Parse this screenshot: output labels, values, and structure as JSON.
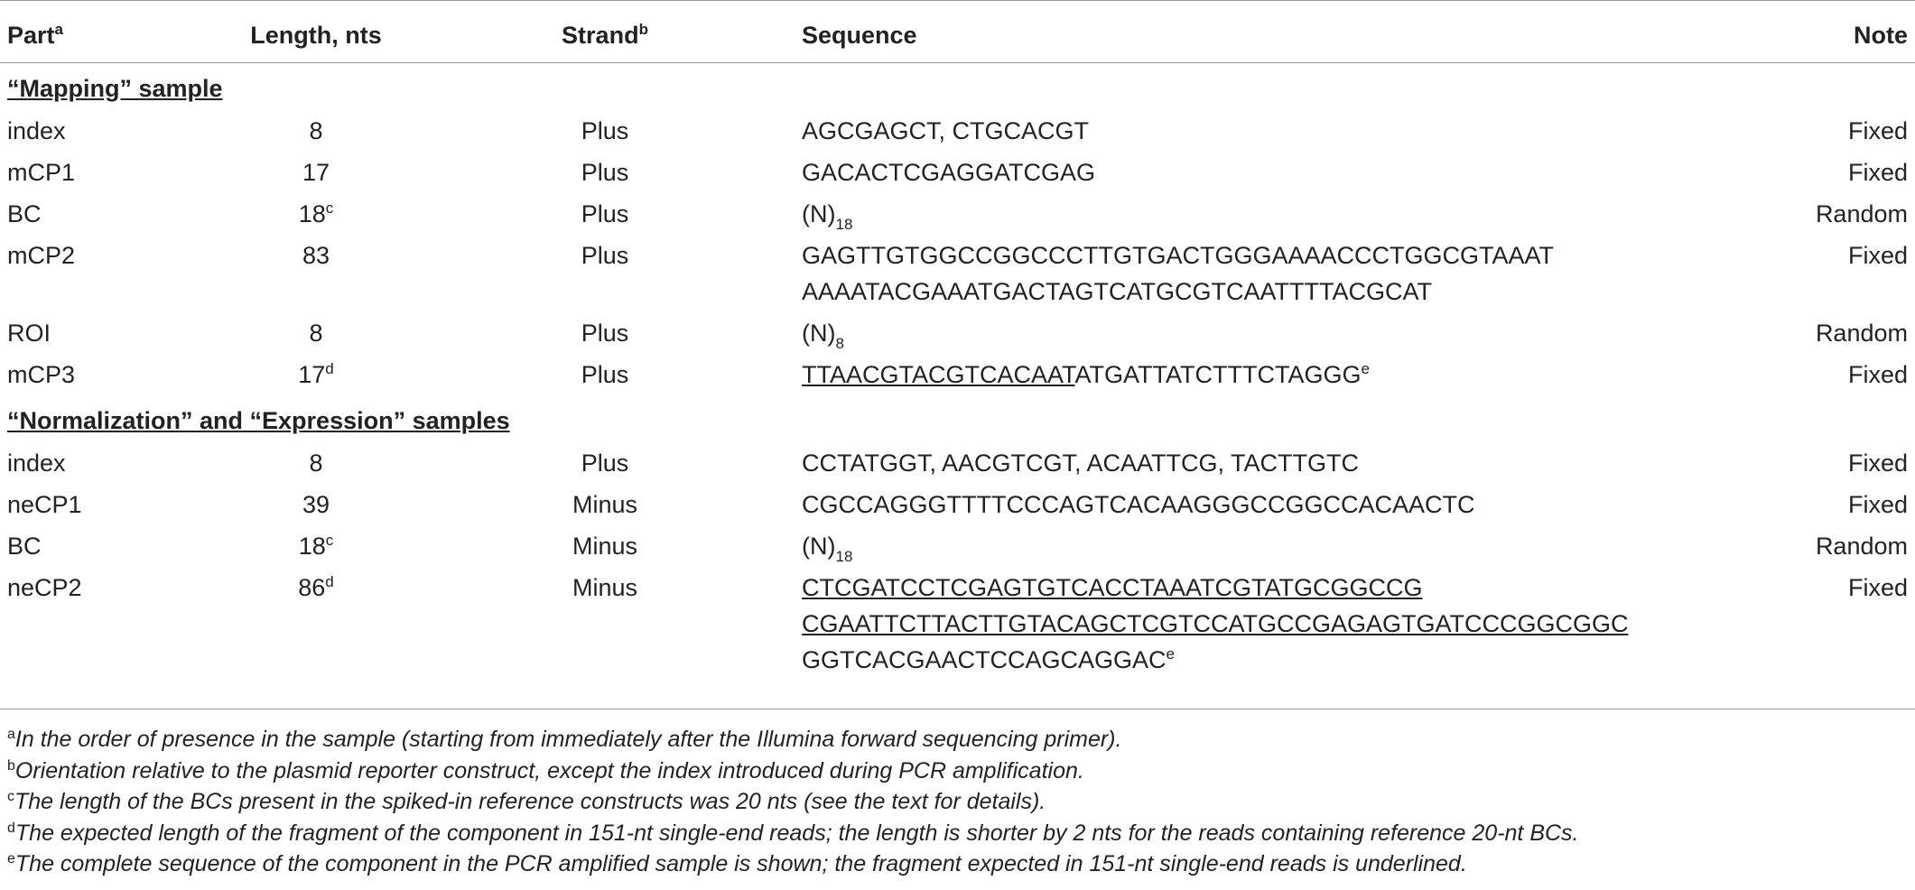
{
  "header": {
    "part": "Part",
    "part_sup": "a",
    "length": "Length, nts",
    "strand": "Strand",
    "strand_sup": "b",
    "sequence": "Sequence",
    "note": "Note"
  },
  "sections": [
    {
      "title": "“Mapping” sample",
      "rows": [
        {
          "part": "index",
          "length": "8",
          "length_sup": "",
          "strand": "Plus",
          "seq_lines": [
            "AGCGAGCT, CTGCACGT"
          ],
          "note": "Fixed"
        },
        {
          "part": "mCP1",
          "length": "17",
          "length_sup": "",
          "strand": "Plus",
          "seq_lines": [
            "GACACTCGAGGATCGAG"
          ],
          "note": "Fixed"
        },
        {
          "part": "BC",
          "length": "18",
          "length_sup": "c",
          "strand": "Plus",
          "seq_base": "(N)",
          "seq_sub": "18",
          "note": "Random"
        },
        {
          "part": "mCP2",
          "length": "83",
          "length_sup": "",
          "strand": "Plus",
          "seq_lines": [
            "GAGTTGTGGCCGGCCCTTGTGACTGGGAAAACCCTGGCGTAAAT",
            "AAAATACGAAATGACTAGTCATGCGTCAATTTTACGCAT"
          ],
          "note": "Fixed"
        },
        {
          "part": "ROI",
          "length": "8",
          "length_sup": "",
          "strand": "Plus",
          "seq_base": "(N)",
          "seq_sub": "8",
          "note": "Random"
        },
        {
          "part": "mCP3",
          "length": "17",
          "length_sup": "d",
          "strand": "Plus",
          "seq_underlined": "TTAACGTACGTCACAAT",
          "seq_rest": "ATGATTATCTTTCTAGGG",
          "seq_sup": "e",
          "note": "Fixed"
        }
      ]
    },
    {
      "title": "“Normalization” and “Expression” samples",
      "rows": [
        {
          "part": "index",
          "length": "8",
          "length_sup": "",
          "strand": "Plus",
          "seq_lines": [
            "CCTATGGT, AACGTCGT, ACAATTCG, TACTTGTC"
          ],
          "note": "Fixed"
        },
        {
          "part": "neCP1",
          "length": "39",
          "length_sup": "",
          "strand": "Minus",
          "seq_lines": [
            "CGCCAGGGTTTTCCCAGTCACAAGGGCCGGCCACAACTC"
          ],
          "note": "Fixed"
        },
        {
          "part": "BC",
          "length": "18",
          "length_sup": "c",
          "strand": "Minus",
          "seq_base": "(N)",
          "seq_sub": "18",
          "note": "Random"
        },
        {
          "part": "neCP2",
          "length": "86",
          "length_sup": "d",
          "strand": "Minus",
          "seq_ul_line1": "CTCGATCCTCGAGTGTCACCTAAATCGTATGCGGCCG",
          "seq_ul_line2": "CGAATTCTTACTTGTACAGCTCGTCCATGCCGAGAGTGATCCCGGCGGC",
          "seq_line3": "GGTCACGAACTCCAGCAGGAC",
          "seq_sup": "e",
          "note": "Fixed"
        }
      ]
    }
  ],
  "footnotes": [
    {
      "mark": "a",
      "text": "In the order of presence in the sample (starting from immediately after the Illumina forward sequencing primer)."
    },
    {
      "mark": "b",
      "text": "Orientation relative to the plasmid reporter construct, except the index introduced during PCR amplification."
    },
    {
      "mark": "c",
      "text": "The length of the BCs present in the spiked-in reference constructs was 20 nts (see the text for details)."
    },
    {
      "mark": "d",
      "text": "The expected length of the fragment of the component in 151-nt single-end reads; the length is shorter by 2 nts for the reads containing reference 20-nt BCs."
    },
    {
      "mark": "e",
      "text": "The complete sequence of the component in the PCR amplified sample is shown; the fragment expected in 151-nt single-end reads is underlined."
    }
  ]
}
